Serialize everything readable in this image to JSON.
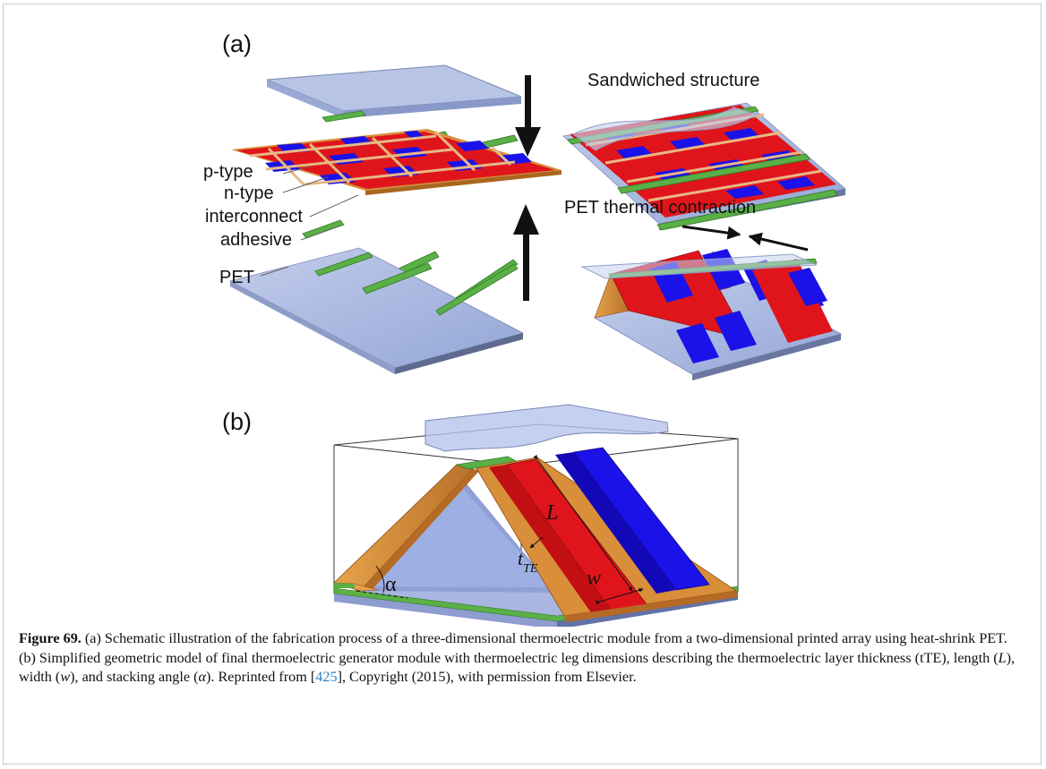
{
  "figure": {
    "panel_a": {
      "label": "(a)",
      "sandwiched_title": "Sandwiched structure",
      "contraction_title": "PET thermal contraction",
      "layers": {
        "p_type": "p-type",
        "n_type": "n-type",
        "interconnect": "interconnect",
        "adhesive": "adhesive",
        "pet": "PET"
      }
    },
    "panel_b": {
      "label": "(b)",
      "length": "L",
      "width": "w",
      "thickness_base": "t",
      "thickness_sub": "TE",
      "angle": "α"
    },
    "colors": {
      "p_type": "#e0151b",
      "n_type": "#1a12e8",
      "interconnect": "#d98e3a",
      "adhesive": "#5ab046",
      "pet": "#a9b8de"
    }
  },
  "caption": {
    "label": "Figure 69.",
    "text_1": " (a) Schematic illustration of the fabrication process of a three-dimensional thermoelectric module from a two-dimensional printed array using heat-shrink PET. (b) Simplified geometric model of final thermoelectric generator module with thermoelectric leg dimensions describing the thermoelectric layer thickness (tTE), length (",
    "length_sym": "L",
    "text_2": "), width (",
    "width_sym": "w",
    "text_3": "), and stacking angle (",
    "angle_sym": "α",
    "text_4": "). Reprinted from [",
    "ref": "425",
    "text_5": "], Copyright (2015), with permission from Elsevier."
  }
}
